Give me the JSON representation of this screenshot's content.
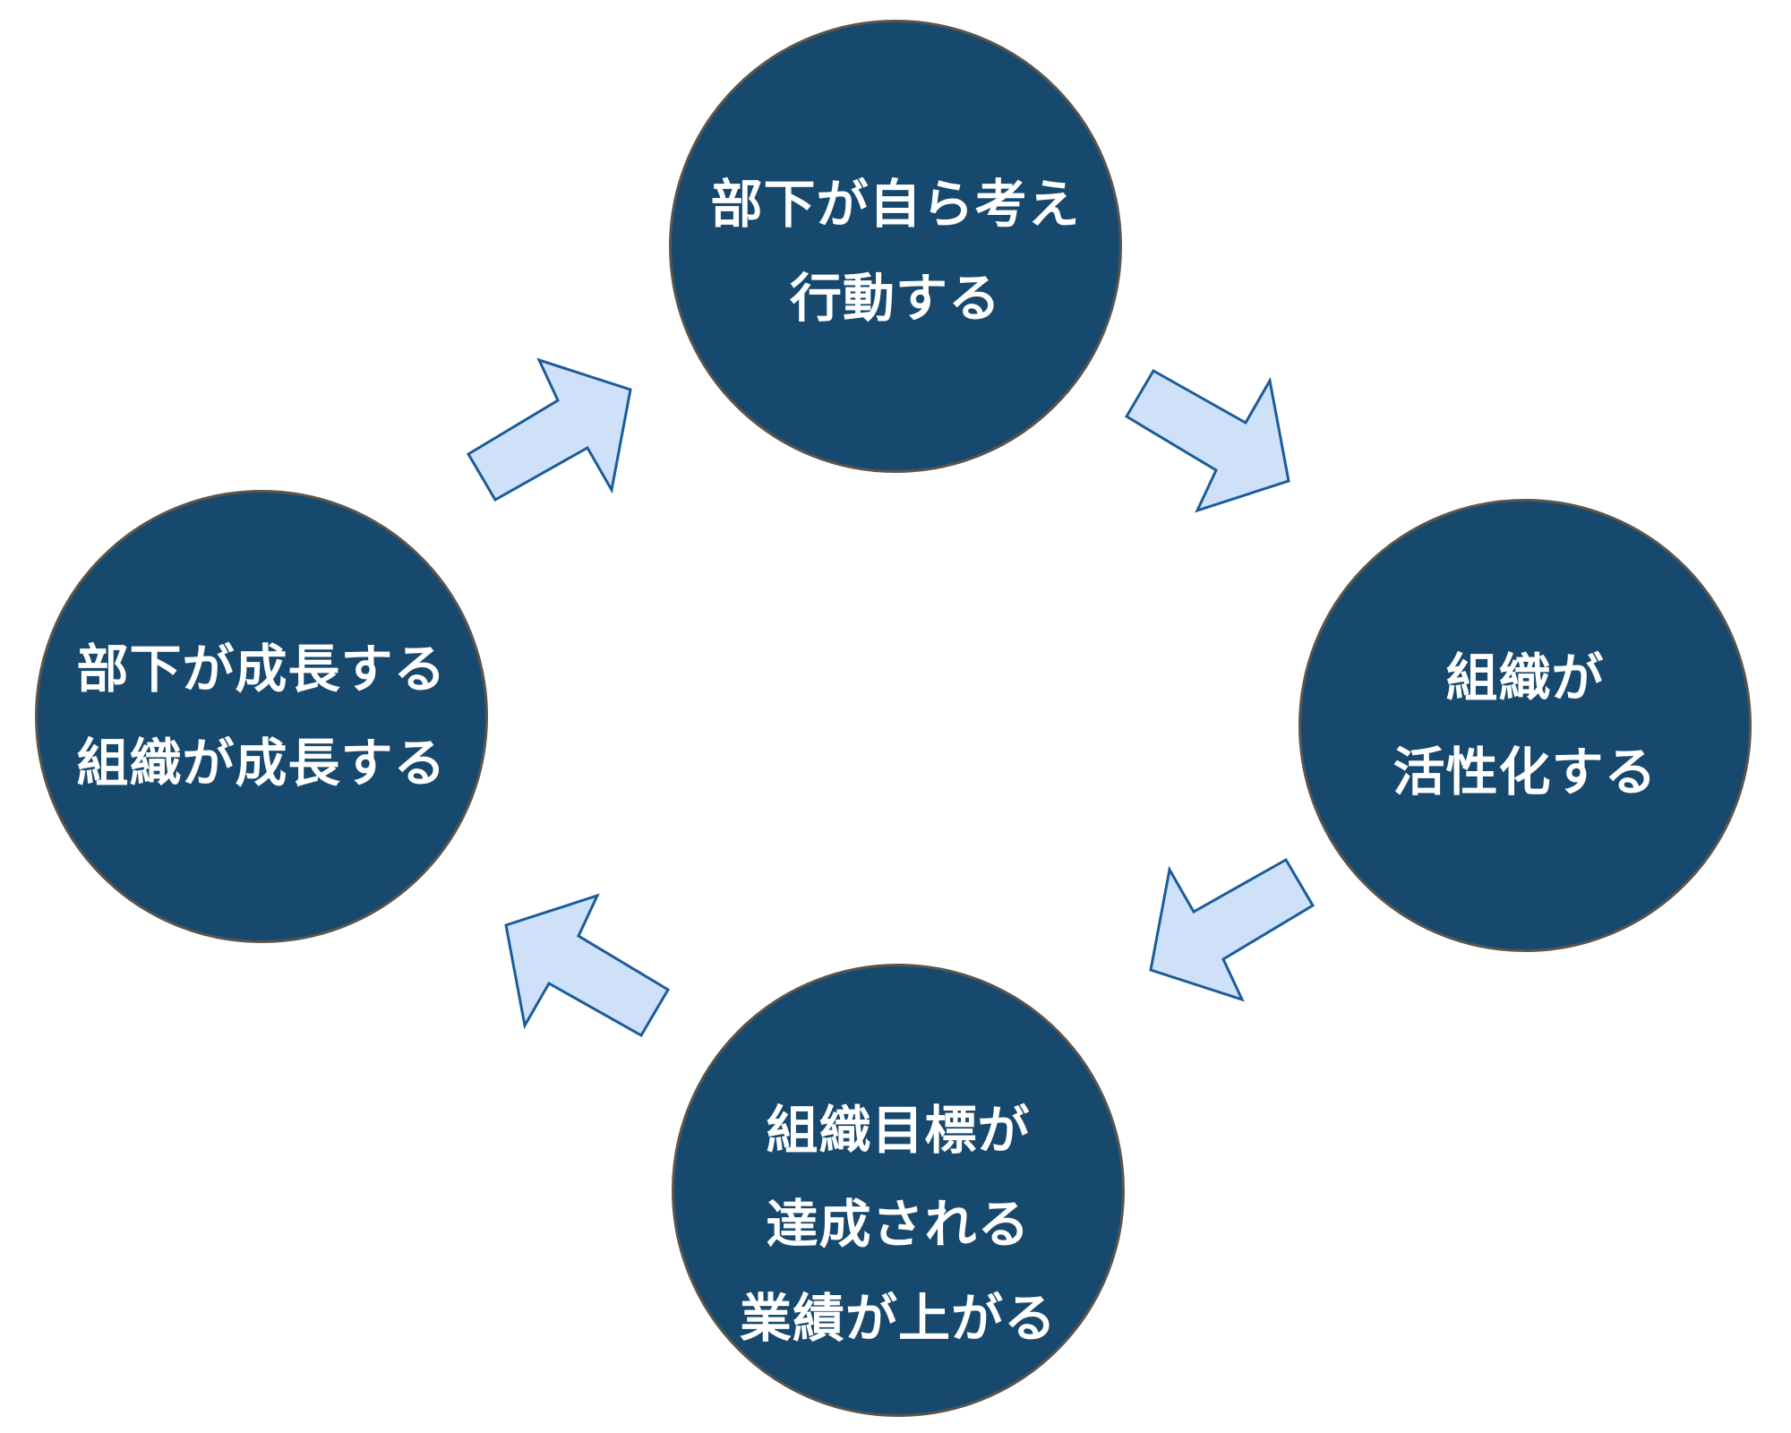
{
  "diagram": {
    "type": "cycle",
    "colors": {
      "background": "#ffffff",
      "node_fill": "#17496F",
      "node_border": "#5a554d",
      "node_text": "#ffffff",
      "arrow_fill": "#cfe1f8",
      "arrow_border": "#1a5c99"
    },
    "nodes": [
      {
        "id": "top",
        "lines": [
          "部下が自ら考え",
          "行動する"
        ]
      },
      {
        "id": "right",
        "lines": [
          "組織が",
          "活性化する"
        ]
      },
      {
        "id": "bottom",
        "lines": [
          "組織目標が",
          "達成される",
          "業績が上がる"
        ]
      },
      {
        "id": "left",
        "lines": [
          "部下が成長する",
          "組織が成長する"
        ]
      }
    ],
    "arrows": [
      {
        "id": "left-to-top",
        "from": "left",
        "to": "top",
        "direction": "up-right"
      },
      {
        "id": "top-to-right",
        "from": "top",
        "to": "right",
        "direction": "down-right"
      },
      {
        "id": "right-to-bottom",
        "from": "right",
        "to": "bottom",
        "direction": "down-left"
      },
      {
        "id": "bottom-to-left",
        "from": "bottom",
        "to": "left",
        "direction": "up-left"
      }
    ]
  }
}
